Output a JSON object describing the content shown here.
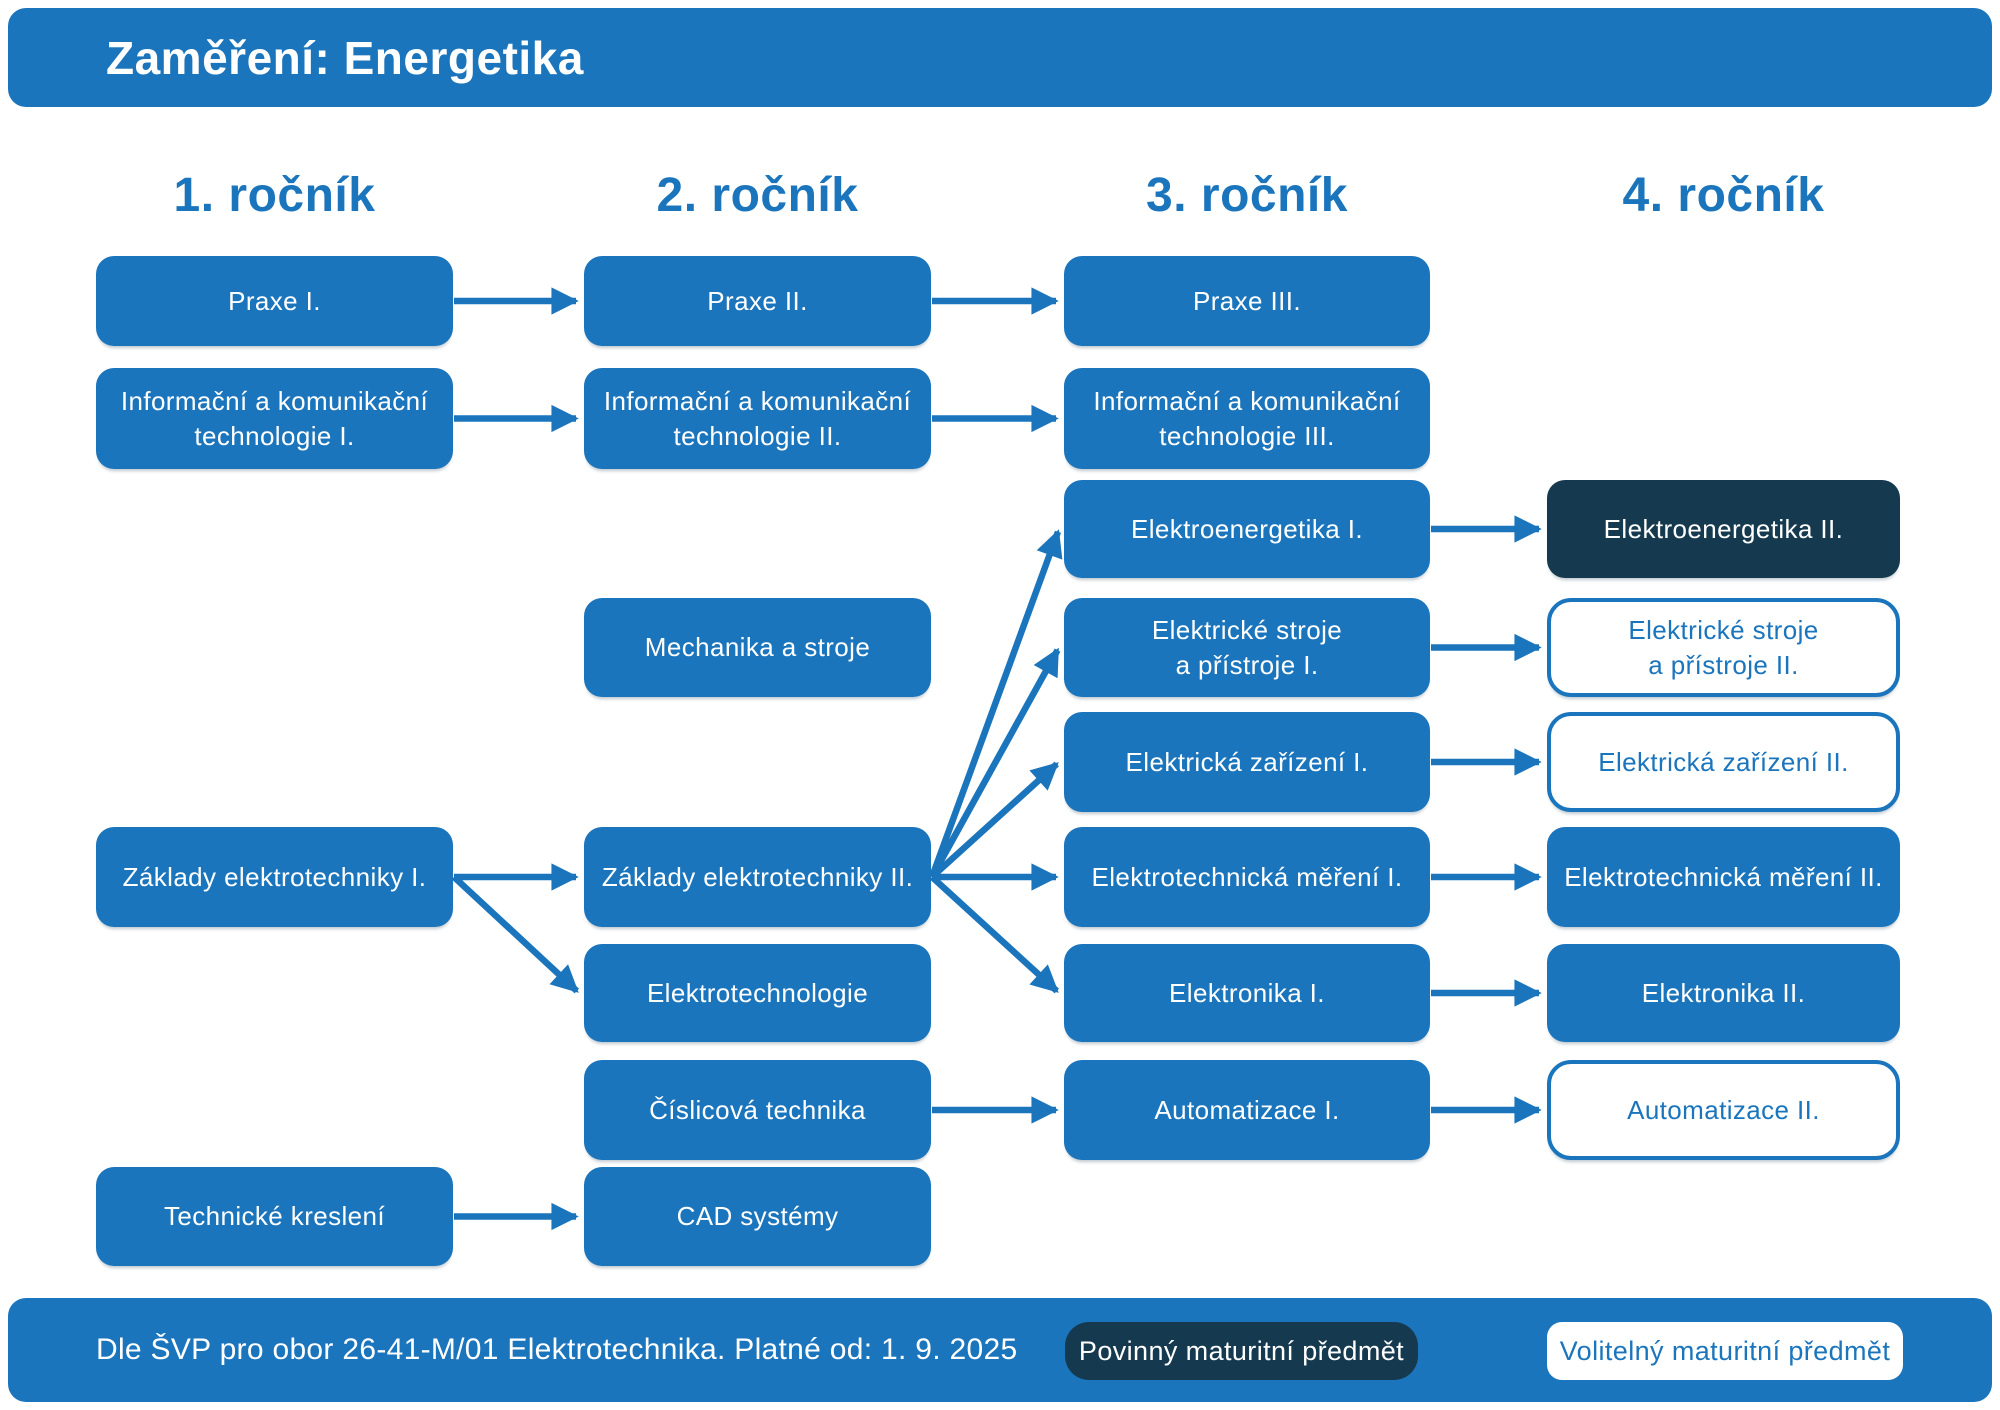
{
  "title": "Zaměření: Energetika",
  "colors": {
    "primary_blue": "#1b75bc",
    "dark_navy": "#15394f",
    "white": "#ffffff"
  },
  "columns": [
    {
      "id": "rocnik-1",
      "label": "1. ročník"
    },
    {
      "id": "rocnik-2",
      "label": "2. ročník"
    },
    {
      "id": "rocnik-3",
      "label": "3. ročník"
    },
    {
      "id": "rocnik-4",
      "label": "4. ročník"
    }
  ],
  "boxes": [
    {
      "id": "praxe-1",
      "label": "Praxe I.",
      "col": 1,
      "row": 1,
      "variant": "solid"
    },
    {
      "id": "praxe-2",
      "label": "Praxe II.",
      "col": 2,
      "row": 1,
      "variant": "solid"
    },
    {
      "id": "praxe-3",
      "label": "Praxe III.",
      "col": 3,
      "row": 1,
      "variant": "solid"
    },
    {
      "id": "ikt-1",
      "label": "Informační a komunikační\ntechnologie I.",
      "col": 1,
      "row": 2,
      "variant": "solid"
    },
    {
      "id": "ikt-2",
      "label": "Informační a komunikační\ntechnologie II.",
      "col": 2,
      "row": 2,
      "variant": "solid"
    },
    {
      "id": "ikt-3",
      "label": "Informační a komunikační\ntechnologie III.",
      "col": 3,
      "row": 2,
      "variant": "solid"
    },
    {
      "id": "elektroenergetika-1",
      "label": "Elektroenergetika I.",
      "col": 3,
      "row": 3,
      "variant": "solid"
    },
    {
      "id": "elektroenergetika-2",
      "label": "Elektroenergetika II.",
      "col": 4,
      "row": 3,
      "variant": "dark"
    },
    {
      "id": "mechanika-a-stroje",
      "label": "Mechanika a stroje",
      "col": 2,
      "row": 4,
      "variant": "solid"
    },
    {
      "id": "elektricke-stroje-1",
      "label": "Elektrické stroje\na přístroje I.",
      "col": 3,
      "row": 4,
      "variant": "solid"
    },
    {
      "id": "elektricke-stroje-2",
      "label": "Elektrické stroje\na přístroje II.",
      "col": 4,
      "row": 4,
      "variant": "outline"
    },
    {
      "id": "elektricka-zarizeni-1",
      "label": "Elektrická zařízení I.",
      "col": 3,
      "row": 5,
      "variant": "solid"
    },
    {
      "id": "elektricka-zarizeni-2",
      "label": "Elektrická zařízení II.",
      "col": 4,
      "row": 5,
      "variant": "outline"
    },
    {
      "id": "zaklady-elektrotechniky-1",
      "label": "Základy elektrotechniky I.",
      "col": 1,
      "row": 6,
      "variant": "solid"
    },
    {
      "id": "zaklady-elektrotechniky-2",
      "label": "Základy elektrotechniky II.",
      "col": 2,
      "row": 6,
      "variant": "solid"
    },
    {
      "id": "elektrotechnicka-mereni-1",
      "label": "Elektrotechnická měření I.",
      "col": 3,
      "row": 6,
      "variant": "solid"
    },
    {
      "id": "elektrotechnicka-mereni-2",
      "label": "Elektrotechnická měření II.",
      "col": 4,
      "row": 6,
      "variant": "solid"
    },
    {
      "id": "elektrotechnologie",
      "label": "Elektrotechnologie",
      "col": 2,
      "row": 7,
      "variant": "solid"
    },
    {
      "id": "elektronika-1",
      "label": "Elektronika I.",
      "col": 3,
      "row": 7,
      "variant": "solid"
    },
    {
      "id": "elektronika-2",
      "label": "Elektronika II.",
      "col": 4,
      "row": 7,
      "variant": "solid"
    },
    {
      "id": "cislicova-technika",
      "label": "Číslicová technika",
      "col": 2,
      "row": 8,
      "variant": "solid"
    },
    {
      "id": "automatizace-1",
      "label": "Automatizace I.",
      "col": 3,
      "row": 8,
      "variant": "solid"
    },
    {
      "id": "automatizace-2",
      "label": "Automatizace II.",
      "col": 4,
      "row": 8,
      "variant": "outline"
    },
    {
      "id": "technicke-kresleni",
      "label": "Technické kreslení",
      "col": 1,
      "row": 9,
      "variant": "solid"
    },
    {
      "id": "cad-systemy",
      "label": "CAD systémy",
      "col": 2,
      "row": 9,
      "variant": "solid"
    }
  ],
  "arrows": [
    {
      "from": "praxe-1",
      "to": "praxe-2"
    },
    {
      "from": "praxe-2",
      "to": "praxe-3"
    },
    {
      "from": "ikt-1",
      "to": "ikt-2"
    },
    {
      "from": "ikt-2",
      "to": "ikt-3"
    },
    {
      "from": "elektroenergetika-1",
      "to": "elektroenergetika-2"
    },
    {
      "from": "elektricke-stroje-1",
      "to": "elektricke-stroje-2"
    },
    {
      "from": "elektricka-zarizeni-1",
      "to": "elektricka-zarizeni-2"
    },
    {
      "from": "zaklady-elektrotechniky-1",
      "to": "zaklady-elektrotechniky-2"
    },
    {
      "from": "zaklady-elektrotechniky-1",
      "to": "elektrotechnologie"
    },
    {
      "from": "zaklady-elektrotechniky-2",
      "to": "elektroenergetika-1"
    },
    {
      "from": "zaklady-elektrotechniky-2",
      "to": "elektricke-stroje-1"
    },
    {
      "from": "zaklady-elektrotechniky-2",
      "to": "elektricka-zarizeni-1"
    },
    {
      "from": "zaklady-elektrotechniky-2",
      "to": "elektrotechnicka-mereni-1"
    },
    {
      "from": "zaklady-elektrotechniky-2",
      "to": "elektronika-1"
    },
    {
      "from": "elektrotechnicka-mereni-1",
      "to": "elektrotechnicka-mereni-2"
    },
    {
      "from": "elektronika-1",
      "to": "elektronika-2"
    },
    {
      "from": "cislicova-technika",
      "to": "automatizace-1"
    },
    {
      "from": "automatizace-1",
      "to": "automatizace-2"
    },
    {
      "from": "technicke-kresleni",
      "to": "cad-systemy"
    }
  ],
  "footer": {
    "note": "Dle ŠVP pro obor 26-41-M/01 Elektrotechnika. Platné od: 1. 9. 2025",
    "legend": [
      {
        "id": "povinny",
        "label": "Povinný maturitní předmět",
        "variant": "dark"
      },
      {
        "id": "volitelny",
        "label": "Volitelný maturitní předmět",
        "variant": "white"
      }
    ]
  }
}
